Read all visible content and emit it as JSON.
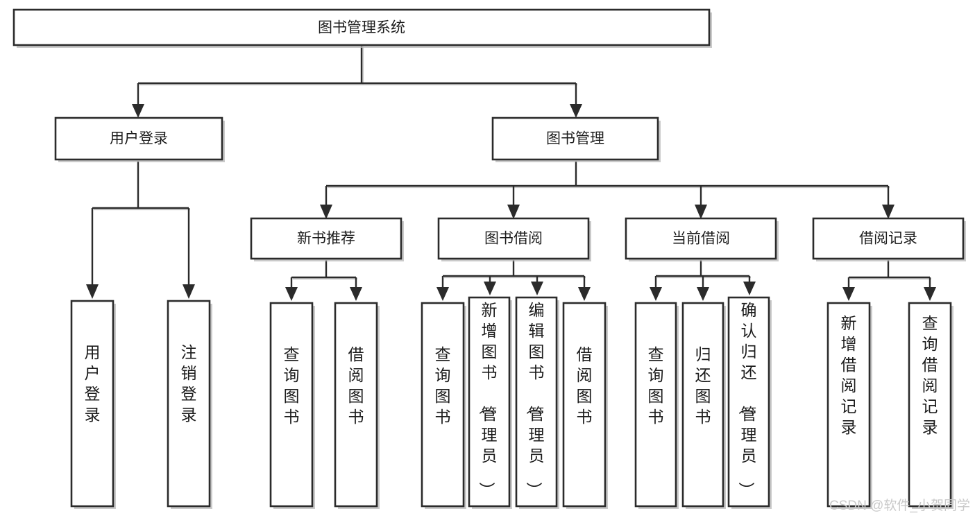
{
  "diagram": {
    "type": "tree-hierarchy",
    "title": "图书管理系统",
    "orientation": "top-down",
    "nodes": {
      "root": {
        "label": "图书管理系统",
        "level": 1,
        "text_orientation": "horizontal"
      },
      "l2": [
        {
          "id": "user-login",
          "label": "用户登录",
          "level": 2,
          "text_orientation": "horizontal"
        },
        {
          "id": "book-manage",
          "label": "图书管理",
          "level": 2,
          "text_orientation": "horizontal"
        }
      ],
      "l3": [
        {
          "id": "new-book-rec",
          "label": "新书推荐",
          "level": 3,
          "text_orientation": "horizontal",
          "parent": "book-manage"
        },
        {
          "id": "book-borrow",
          "label": "图书借阅",
          "level": 3,
          "text_orientation": "horizontal",
          "parent": "book-manage"
        },
        {
          "id": "current-borrow",
          "label": "当前借阅",
          "level": 3,
          "text_orientation": "horizontal",
          "parent": "book-manage"
        },
        {
          "id": "borrow-record",
          "label": "借阅记录",
          "level": 3,
          "text_orientation": "horizontal",
          "parent": "book-manage"
        }
      ],
      "leaves": [
        {
          "id": "leaf-user-login",
          "label": "用户登录",
          "parent": "user-login",
          "text_orientation": "vertical"
        },
        {
          "id": "leaf-user-logout",
          "label": "注销登录",
          "parent": "user-login",
          "text_orientation": "vertical"
        },
        {
          "id": "leaf-query-book-1",
          "label": "查询图书",
          "parent": "new-book-rec",
          "text_orientation": "vertical"
        },
        {
          "id": "leaf-borrow-book-1",
          "label": "借阅图书",
          "parent": "new-book-rec",
          "text_orientation": "vertical"
        },
        {
          "id": "leaf-query-book-2",
          "label": "查询图书",
          "parent": "book-borrow",
          "text_orientation": "vertical"
        },
        {
          "id": "leaf-add-book",
          "label": "新增图书（管理员）",
          "parent": "book-borrow",
          "text_orientation": "vertical"
        },
        {
          "id": "leaf-edit-book",
          "label": "编辑图书（管理员）",
          "parent": "book-borrow",
          "text_orientation": "vertical"
        },
        {
          "id": "leaf-borrow-book-2",
          "label": "借阅图书",
          "parent": "book-borrow",
          "text_orientation": "vertical"
        },
        {
          "id": "leaf-query-book-3",
          "label": "查询图书",
          "parent": "current-borrow",
          "text_orientation": "vertical"
        },
        {
          "id": "leaf-return-book",
          "label": "归还图书",
          "parent": "current-borrow",
          "text_orientation": "vertical"
        },
        {
          "id": "leaf-confirm-return",
          "label": "确认归还（管理员）",
          "parent": "current-borrow",
          "text_orientation": "vertical"
        },
        {
          "id": "leaf-add-record",
          "label": "新增借阅记录",
          "parent": "borrow-record",
          "text_orientation": "vertical"
        },
        {
          "id": "leaf-query-record",
          "label": "查询借阅记录",
          "parent": "borrow-record",
          "text_orientation": "vertical"
        }
      ]
    },
    "colors": {
      "box_fill": "#ffffff",
      "box_stroke": "#2b2b2b",
      "connector": "#2b2b2b",
      "text": "#1c1c1c",
      "shadow": "#b8b8b8",
      "watermark": "#c9c9c9"
    }
  },
  "watermark": {
    "text": "CSDN @软件_小贺同学"
  }
}
